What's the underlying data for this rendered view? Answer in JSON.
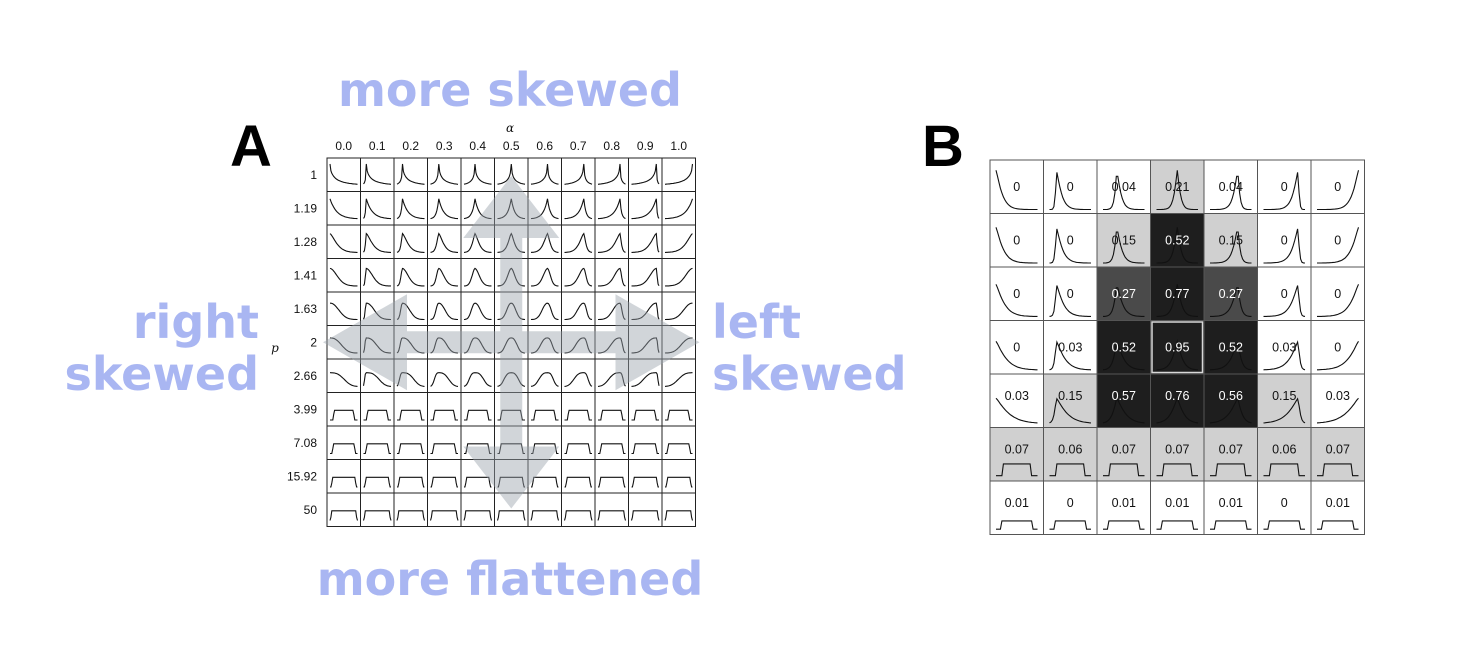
{
  "panel_a": {
    "letter": "A",
    "labels": {
      "top": "more skewed",
      "bottom": "more flattened",
      "left_line1": "right",
      "left_line2": "skewed",
      "right_line1": "left",
      "right_line2": "skewed"
    },
    "x_axis_symbol": "α",
    "y_axis_symbol": "p",
    "alpha_ticks": [
      "0.0",
      "0.1",
      "0.2",
      "0.3",
      "0.4",
      "0.5",
      "0.6",
      "0.7",
      "0.8",
      "0.9",
      "1.0"
    ],
    "p_ticks": [
      "1",
      "1.19",
      "1.28",
      "1.41",
      "1.63",
      "2",
      "2.66",
      "3.99",
      "7.08",
      "15.92",
      "50"
    ],
    "arrow_color": "#9aa3ad"
  },
  "panel_b": {
    "letter": "B",
    "values": [
      [
        "0",
        "0",
        "0.04",
        "0.21",
        "0.04",
        "0",
        "0"
      ],
      [
        "0",
        "0",
        "0.15",
        "0.52",
        "0.15",
        "0",
        "0"
      ],
      [
        "0",
        "0",
        "0.27",
        "0.77",
        "0.27",
        "0",
        "0"
      ],
      [
        "0",
        "0.03",
        "0.52",
        "0.95",
        "0.52",
        "0.03",
        "0"
      ],
      [
        "0.03",
        "0.15",
        "0.57",
        "0.76",
        "0.56",
        "0.15",
        "0.03"
      ],
      [
        "0.07",
        "0.06",
        "0.07",
        "0.07",
        "0.07",
        "0.06",
        "0.07"
      ],
      [
        "0.01",
        "0",
        "0.01",
        "0.01",
        "0.01",
        "0",
        "0.01"
      ]
    ],
    "shade_colors": {
      "white": "#ffffff",
      "light": "#d0d0d0",
      "medium": "#4a4a4a",
      "dark": "#1e1e1e"
    },
    "highlight_color": "#d8d8d8"
  }
}
